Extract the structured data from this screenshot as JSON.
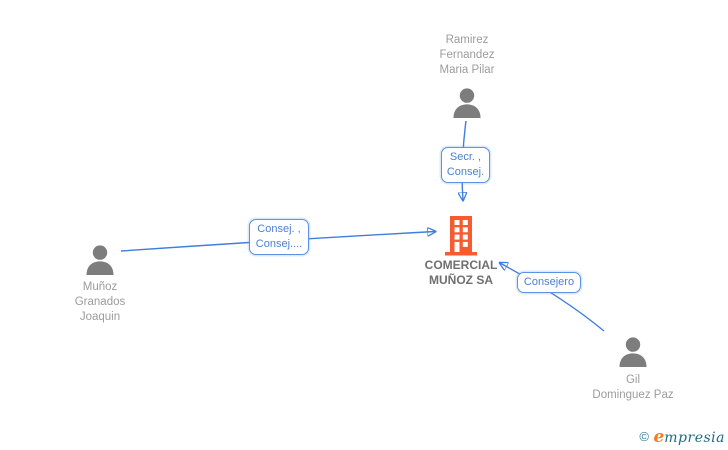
{
  "company": {
    "name_line1": "COMERCIAL",
    "name_line2": "MUÑOZ SA",
    "icon": "building-icon"
  },
  "persons": {
    "ramirez": {
      "lines": [
        "Ramirez",
        "Fernandez",
        "Maria Pilar"
      ],
      "icon": "person-icon"
    },
    "munoz": {
      "lines": [
        "Muñoz",
        "Granados",
        "Joaquin"
      ],
      "icon": "person-icon"
    },
    "gil": {
      "lines": [
        "Gil",
        "Dominguez Paz"
      ],
      "icon": "person-icon"
    }
  },
  "edges": {
    "ramirez_to_company": {
      "lines": [
        "Secr. ,",
        "Consej."
      ]
    },
    "munoz_to_company": {
      "lines": [
        "Consej. ,",
        "Consej...."
      ]
    },
    "gil_to_company": {
      "label": "Consejero"
    }
  },
  "logo": {
    "copyright": "©",
    "brand_first_letter": "e",
    "brand_rest": "mpresia"
  },
  "colors": {
    "edge_blue": "#3f7ede",
    "label_border_blue": "#5b92e5",
    "label_text_blue": "#4b80d2",
    "person_gray": "#7d7d7d",
    "name_text_gray": "#9c9c9c",
    "company_text_gray": "#6f6f6f",
    "building_orange": "#f85a32",
    "logo_teal": "#1e6a8a",
    "logo_orange": "#ef7d23",
    "background": "#ffffff"
  }
}
